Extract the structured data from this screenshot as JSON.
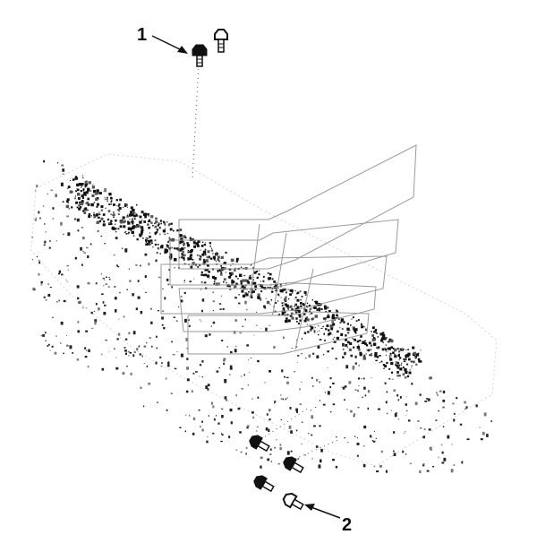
{
  "callouts": [
    {
      "number": "1",
      "target": "upper-bolts"
    },
    {
      "number": "2",
      "target": "lower-bolts"
    }
  ],
  "colors": {
    "ink": "#111111",
    "outline": "#9a9a9a",
    "background": "#ffffff"
  }
}
